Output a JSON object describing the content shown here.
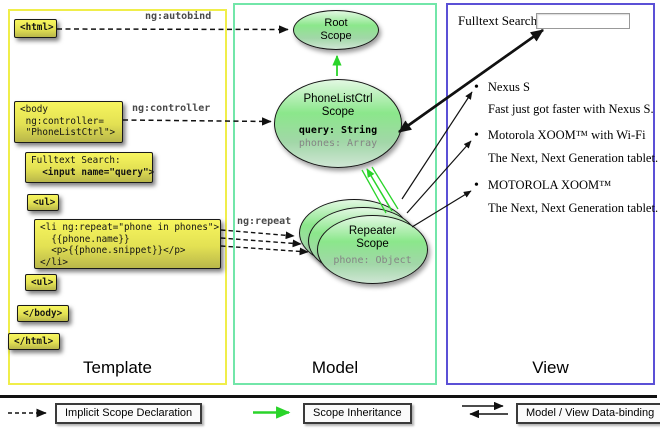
{
  "colors": {
    "template_border": "#f0ee4a",
    "model_border": "#72e6a9",
    "view_border": "#5b50d6",
    "code_box_yellow": "#e3e153",
    "scope_fill_green": "#8be78b",
    "inheritance_arrow_green": "#2ad42a",
    "arrow_black": "#111111"
  },
  "template": {
    "label": "Template",
    "code": {
      "html_open": "<html>",
      "body_open": [
        "<body",
        " ng:controller=",
        " \"PhoneListCtrl\">"
      ],
      "fulltext_label": "Fulltext Search:",
      "fulltext_input": "  <input name=\"query\">",
      "ul_first": "<ul>",
      "li_repeat": [
        "<li ng:repeat=\"phone in phones\">",
        "  {{phone.name}}",
        "  <p>{{phone.snippet}}</p>",
        "</li>"
      ],
      "ul_second": "<ul>",
      "body_close": "</body>",
      "html_close": "</html>"
    },
    "annotations": {
      "autobind": "ng:autobind",
      "controller": "ng:controller",
      "repeat": "ng:repeat"
    }
  },
  "model": {
    "label": "Model",
    "root_scope": {
      "line1": "Root",
      "line2": "Scope"
    },
    "phonelist_scope": {
      "line1": "PhoneListCtrl",
      "line2": "Scope",
      "prop_query": "query: String",
      "prop_phones": "phones: Array"
    },
    "repeater_scope": {
      "line1": "Repeater",
      "line2": "Scope",
      "prop_phone": "phone: Object"
    }
  },
  "view": {
    "label": "View",
    "search_label": "Fulltext Search:",
    "search_value": "",
    "items": [
      {
        "name": "Nexus S",
        "desc": "Fast just got faster with Nexus S."
      },
      {
        "name": "Motorola XOOM™ with Wi-Fi",
        "desc": "The Next, Next Generation tablet."
      },
      {
        "name": "MOTOROLA XOOM™",
        "desc": "The Next, Next Generation tablet."
      }
    ]
  },
  "legend": {
    "implicit_scope": "Implicit Scope Declaration",
    "scope_inheritance": "Scope Inheritance",
    "data_binding": "Model / View Data-binding"
  }
}
